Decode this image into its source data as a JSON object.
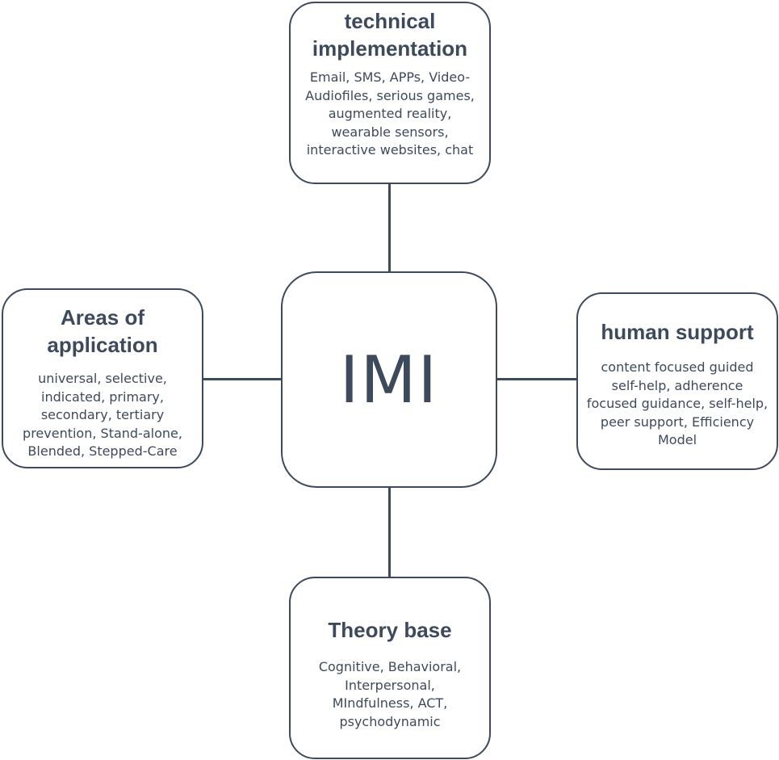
{
  "center": {
    "label": "IMI"
  },
  "top": {
    "title": "technical implementation",
    "body": "Email, SMS, APPs, Video-Audiofiles, serious games, augmented reality, wearable sensors, interactive websites, chat"
  },
  "left": {
    "title": "Areas of application",
    "body": "universal, selective, indicated, primary, secondary, tertiary prevention, Stand-alone, Blended, Stepped-Care"
  },
  "right": {
    "title": "human support",
    "body": "content focused guided self-help, adherence focused guidance, self-help, peer support, Efficiency Model"
  },
  "bottom": {
    "title": "Theory base",
    "body": "Cognitive, Behavioral, Interpersonal, MIndfulness,  ACT, psychodynamic"
  },
  "colors": {
    "stroke": "#3d4a5c",
    "text": "#3d4a5c",
    "background": "#ffffff"
  }
}
